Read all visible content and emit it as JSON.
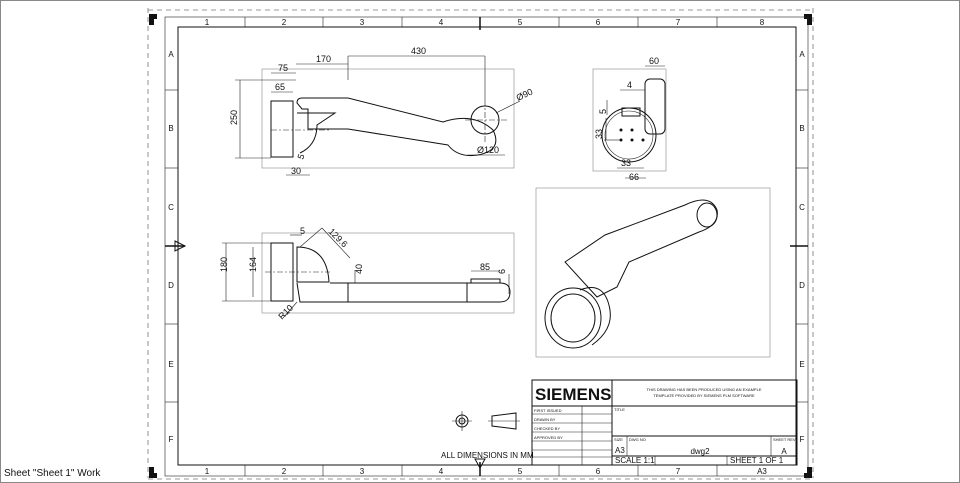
{
  "status_bar": {
    "text": "Sheet \"Sheet 1\" Work"
  },
  "sheet": {
    "columns": [
      "1",
      "2",
      "3",
      "4",
      "5",
      "6",
      "7",
      "8"
    ],
    "rows": [
      "A",
      "B",
      "C",
      "D",
      "E",
      "F"
    ],
    "note": "ALL DIMENSIONS IN MM"
  },
  "title_block": {
    "logo": "SIEMENS",
    "disclaimer_line1": "THIS DRAWING HAS BEEN PRODUCED USING AN EXAMPLE",
    "disclaimer_line2": "TEMPLATE PROVIDED BY SIEMENS PLM SOFTWARE",
    "first_issued": "FIRST ISSUED",
    "drawn_by": "DRAWN BY",
    "checked_by": "CHECKED BY",
    "approved_by": "APPROVED BY",
    "title_label": "TITLE",
    "size_label": "SIZE",
    "size": "A3",
    "dwg_no_label": "DWG NO",
    "dwg_no": "dwg2",
    "sheet_rev_label": "SHEET REV",
    "sheet_rev": "A",
    "scale": "SCALE 1:1",
    "sheet_of": "SHEET 1 OF 1",
    "bottom_size": "A3"
  },
  "views": {
    "top": {
      "d170": "170",
      "d430": "430",
      "d75": "75",
      "d65": "65",
      "d250": "250",
      "d90": "Ø90",
      "d120": "Ø120",
      "d30": "30",
      "d5": "5"
    },
    "side": {
      "d60": "60",
      "d4": "4",
      "d5": "5",
      "d33v": "33",
      "d33h": "33",
      "d66": "66"
    },
    "front": {
      "d5": "5",
      "d129": "129.6",
      "d180": "180",
      "d164": "164",
      "d40": "40",
      "d85": "85",
      "d6": "6",
      "r10": "R10"
    }
  }
}
